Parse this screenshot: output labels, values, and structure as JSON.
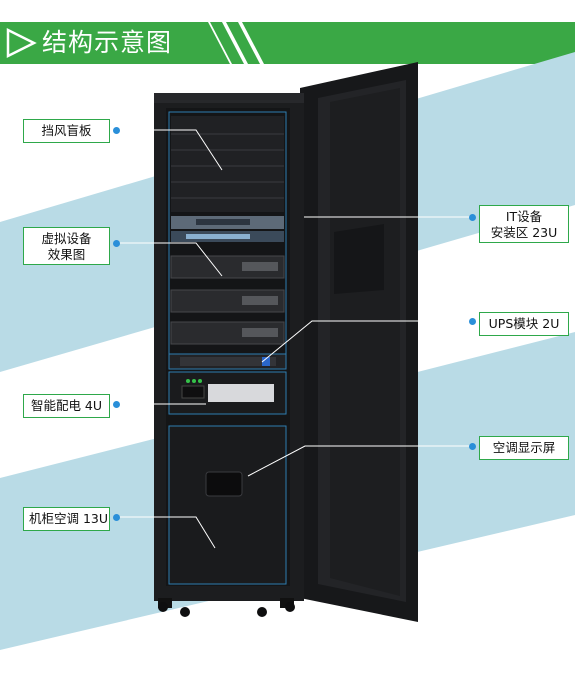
{
  "header": {
    "title": "结构示意图",
    "accent_color": "#3aa845",
    "icon": "play-triangle-icon"
  },
  "labels": {
    "blanking_panel": "挡风盲板",
    "virtual_devices_line1": "虚拟设备",
    "virtual_devices_line2": "效果图",
    "smart_pdu": "智能配电 4U",
    "cabinet_ac": "机柜空调 13U",
    "it_area_line1": "IT设备",
    "it_area_line2": "安装区 23U",
    "ups_module": "UPS模块 2U",
    "ac_display": "空调显示屏"
  },
  "colors": {
    "background_band": "#b9dbe6",
    "cabinet": "#1c1d1f",
    "callout_border": "#2ea84a",
    "leader_dot": "#2a8fd9"
  }
}
